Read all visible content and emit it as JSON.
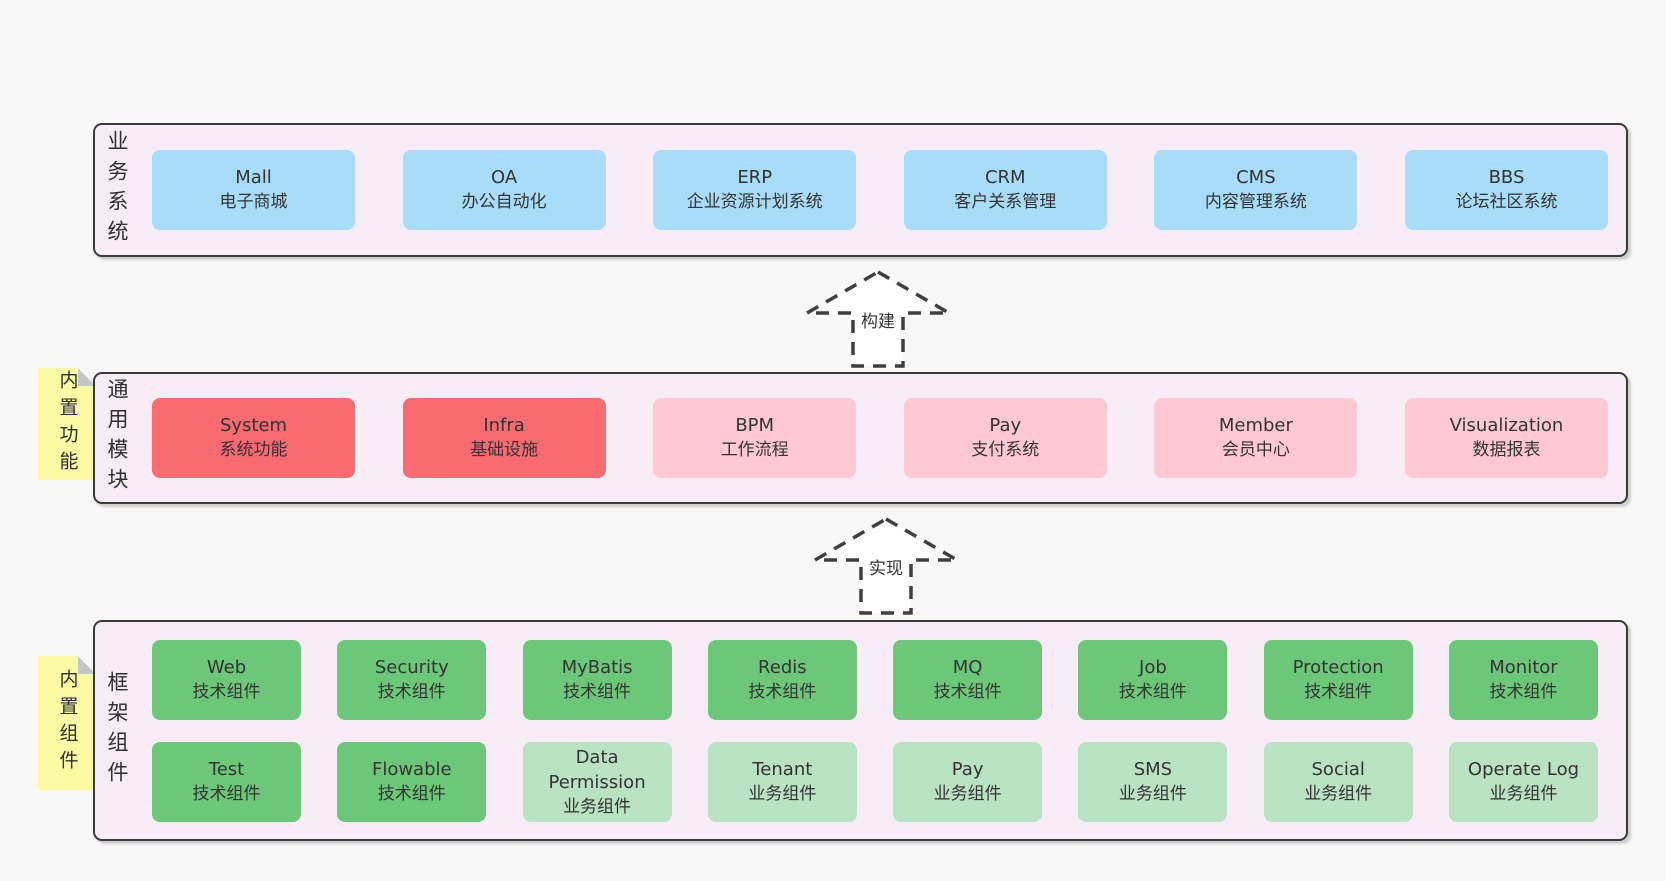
{
  "colors": {
    "page_bg": "#f8f8f8",
    "panel_bg": "#f8edf6",
    "panel_border": "#3b3b3b",
    "blue_box": "#a9dcf7",
    "red_box": "#f76b71",
    "pink_box": "#fec9d4",
    "green_dark_box": "#6cc878",
    "green_light_box": "#bae3c3",
    "yellow_tag": "#fbfba4",
    "fold_gray": "#c7c7c7",
    "text": "#333333"
  },
  "arrows": [
    {
      "label": "构建"
    },
    {
      "label": "实现"
    }
  ],
  "layers": [
    {
      "label": "业务系统",
      "boxes": [
        {
          "title": "Mall",
          "subtitle": "电子商城"
        },
        {
          "title": "OA",
          "subtitle": "办公自动化"
        },
        {
          "title": "ERP",
          "subtitle": "企业资源计划系统"
        },
        {
          "title": "CRM",
          "subtitle": "客户关系管理"
        },
        {
          "title": "CMS",
          "subtitle": "内容管理系统"
        },
        {
          "title": "BBS",
          "subtitle": "论坛社区系统"
        }
      ]
    },
    {
      "label": "通用模块",
      "tag": "内置功能",
      "boxes": [
        {
          "title": "System",
          "subtitle": "系统功能"
        },
        {
          "title": "Infra",
          "subtitle": "基础设施"
        },
        {
          "title": "BPM",
          "subtitle": "工作流程"
        },
        {
          "title": "Pay",
          "subtitle": "支付系统"
        },
        {
          "title": "Member",
          "subtitle": "会员中心"
        },
        {
          "title": "Visualization",
          "subtitle": "数据报表"
        }
      ]
    },
    {
      "label": "框架组件",
      "tag": "内置组件",
      "rows": [
        [
          {
            "title": "Web",
            "subtitle": "技术组件"
          },
          {
            "title": "Security",
            "subtitle": "技术组件"
          },
          {
            "title": "MyBatis",
            "subtitle": "技术组件"
          },
          {
            "title": "Redis",
            "subtitle": "技术组件"
          },
          {
            "title": "MQ",
            "subtitle": "技术组件"
          },
          {
            "title": "Job",
            "subtitle": "技术组件"
          },
          {
            "title": "Protection",
            "subtitle": "技术组件"
          },
          {
            "title": "Monitor",
            "subtitle": "技术组件"
          }
        ],
        [
          {
            "title": "Test",
            "subtitle": "技术组件"
          },
          {
            "title": "Flowable",
            "subtitle": "技术组件"
          },
          {
            "title": "Data Permission",
            "subtitle": "业务组件"
          },
          {
            "title": "Tenant",
            "subtitle": "业务组件"
          },
          {
            "title": "Pay",
            "subtitle": "业务组件"
          },
          {
            "title": "SMS",
            "subtitle": "业务组件"
          },
          {
            "title": "Social",
            "subtitle": "业务组件"
          },
          {
            "title": "Operate Log",
            "subtitle": "业务组件"
          }
        ]
      ]
    }
  ]
}
